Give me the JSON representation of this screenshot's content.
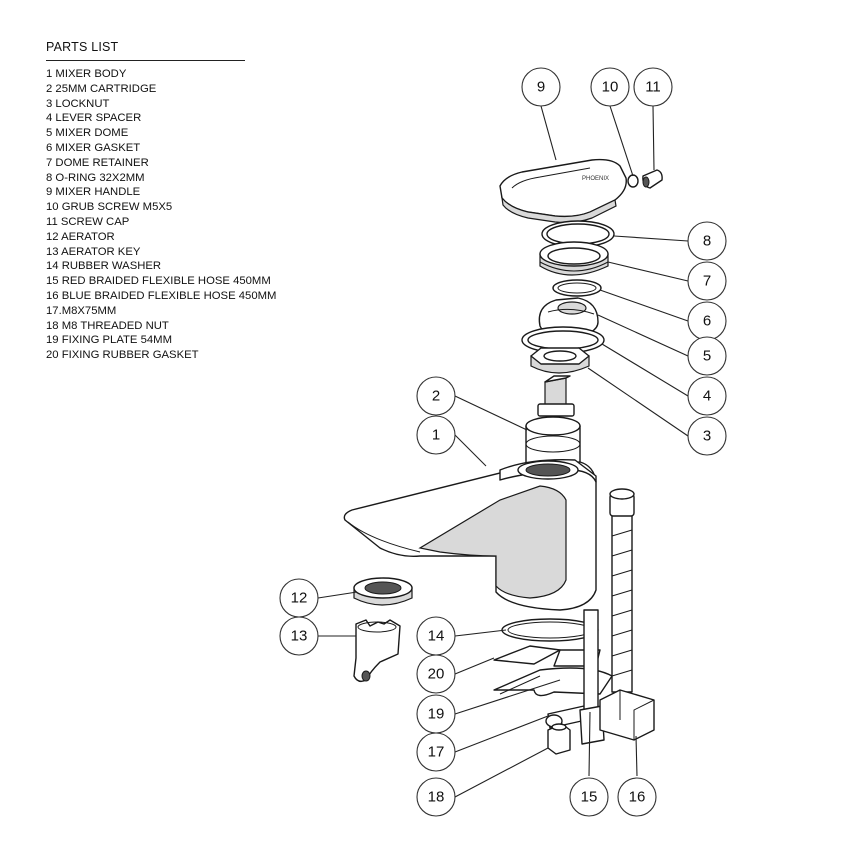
{
  "parts_list": {
    "title": "PARTS LIST",
    "items": [
      "1 MIXER BODY",
      "2 25MM CARTRIDGE",
      "3 LOCKNUT",
      "4 LEVER SPACER",
      "5 MIXER DOME",
      "6 MIXER GASKET",
      "7 DOME RETAINER",
      "8 O-RING 32X2MM",
      "9 MIXER HANDLE",
      "10 GRUB SCREW M5X5",
      "11 SCREW CAP",
      "12 AERATOR",
      "13 AERATOR KEY",
      "14 RUBBER WASHER",
      "15 RED BRAIDED FLEXIBLE HOSE 450MM",
      "16 BLUE BRAIDED FLEXIBLE HOSE 450MM",
      "17.M8X75MM",
      "18 M8 THREADED NUT",
      "19 FIXING PLATE 54MM",
      "20 FIXING RUBBER GASKET"
    ]
  },
  "callouts": [
    "9",
    "10",
    "11",
    "8",
    "7",
    "6",
    "5",
    "4",
    "3",
    "2",
    "1",
    "12",
    "13",
    "14",
    "20",
    "19",
    "17",
    "18",
    "15",
    "16"
  ]
}
